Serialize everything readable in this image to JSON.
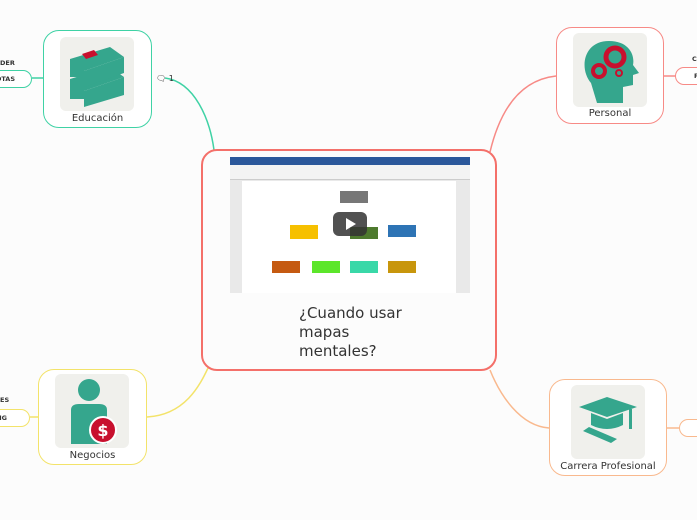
{
  "center": {
    "title": "¿Cuando usar mapas mentales?",
    "video": "play-button"
  },
  "nodes": [
    {
      "label": "Educación",
      "color": "#3fd2a5",
      "icon": "books-icon"
    },
    {
      "label": "Personal",
      "color": "#f78a86",
      "icon": "head-gears-icon"
    },
    {
      "label": "Negocios",
      "color": "#f3e36a",
      "icon": "businessman-dollar-icon"
    },
    {
      "label": "Carrera Profesional",
      "color": "#f9b98e",
      "icon": "graduation-cap-icon"
    }
  ],
  "comment_count": "1",
  "edge_labels": {
    "edu_top": "DER",
    "edu_pill": "OTAS",
    "neg_top": "ES",
    "neg_pill": "NG",
    "per_top": "C",
    "per_pill": "P"
  }
}
